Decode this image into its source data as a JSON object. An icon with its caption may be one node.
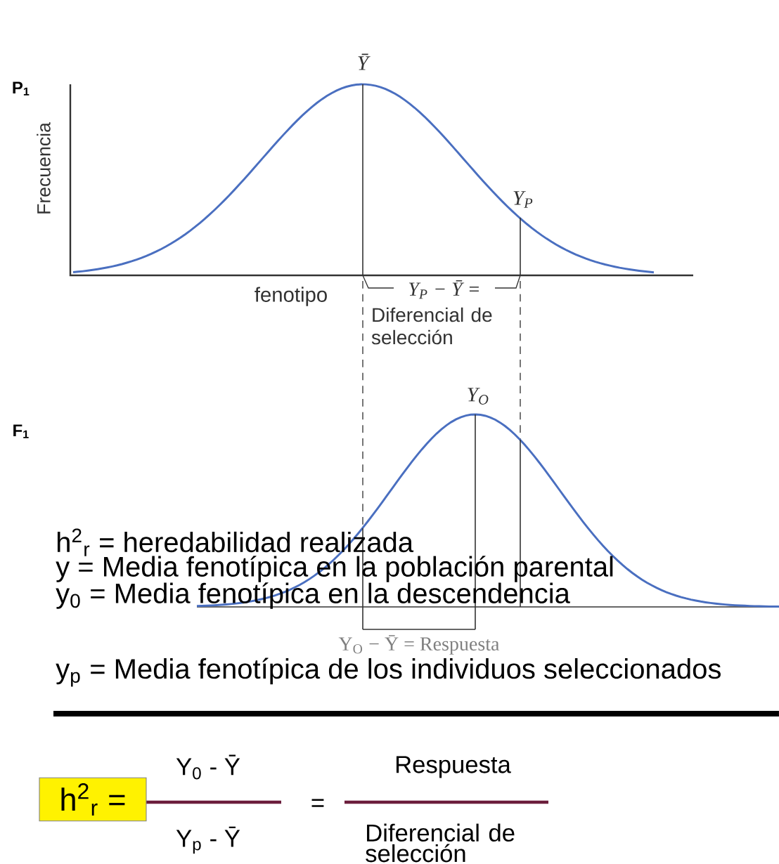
{
  "diagram": {
    "nodes": [
      {
        "text": [
          "h$^{2}$$_{r}$ ="
        ]
      }
    ],
    "labels": [
      "P$_{1}$",
      "Frecuencia",
      "Ȳ",
      "Y$_{P}$",
      "fenotipo",
      "Y$_{P}$ − Ȳ =",
      "Diferencial de selección",
      "F$_{1}$",
      "Y$_{O}$",
      "Y$_{O}$ − Ȳ = Respuesta",
      "h$^{2}$$_{r}$ = heredabilidad realizada",
      "y = Media fenotípica en la población parental",
      "y$_{0}$ = Media fenotípica en la descendencia",
      "y$_{p}$ = Media fenotípica de los individuos seleccionados",
      "Y$_{0}$ - Ȳ",
      "Y$_{p}$ - Ȳ",
      "=",
      "Respuesta",
      "Diferencial de selección"
    ]
  }
}
